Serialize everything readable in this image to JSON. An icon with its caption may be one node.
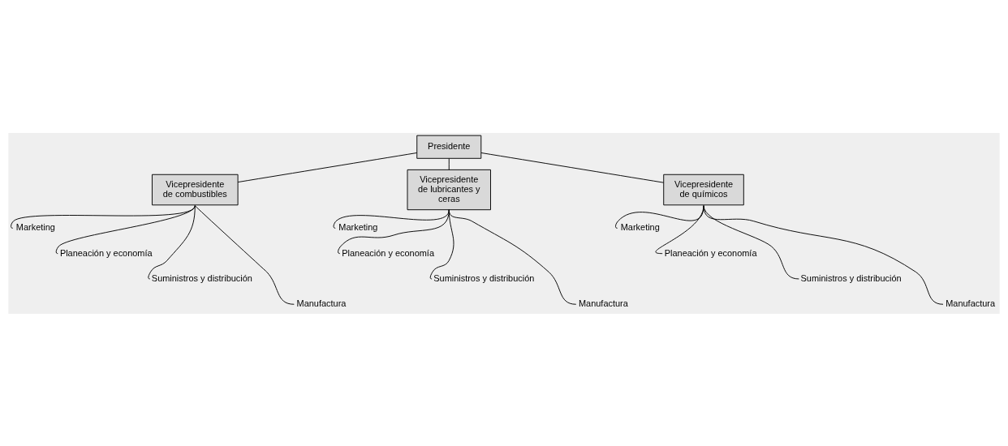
{
  "diagram": {
    "nodes": [
      {
        "text": [
          "Presidente"
        ]
      },
      {
        "text": [
          "Vicepresidente de combustibles"
        ]
      },
      {
        "text": [
          "Vicepresidente de lubricantes y ceras"
        ]
      },
      {
        "text": [
          "Vicepresidente de químicos"
        ]
      },
      {
        "text": [
          "Marketing"
        ]
      },
      {
        "text": [
          "Planeación y economía"
        ]
      },
      {
        "text": [
          "Suministros y distribución"
        ]
      },
      {
        "text": [
          "Manufactura"
        ]
      },
      {
        "text": [
          "Marketing"
        ]
      },
      {
        "text": [
          "Planeación y economía"
        ]
      },
      {
        "text": [
          "Suministros y distribución"
        ]
      },
      {
        "text": [
          "Manufactura"
        ]
      },
      {
        "text": [
          "Marketing"
        ]
      },
      {
        "text": [
          "Planeación y economía"
        ]
      },
      {
        "text": [
          "Suministros y distribución"
        ]
      },
      {
        "text": [
          "Manufactura"
        ]
      }
    ],
    "edges": [
      {
        "from": 0,
        "to": 1,
        "arrow": "none"
      },
      {
        "from": 0,
        "to": 2,
        "arrow": "none"
      },
      {
        "from": 0,
        "to": 3,
        "arrow": "none"
      },
      {
        "from": 1,
        "to": 4,
        "arrow": "none"
      },
      {
        "from": 1,
        "to": 5,
        "arrow": "none"
      },
      {
        "from": 1,
        "to": 6,
        "arrow": "none"
      },
      {
        "from": 1,
        "to": 7,
        "arrow": "none"
      },
      {
        "from": 2,
        "to": 8,
        "arrow": "none"
      },
      {
        "from": 2,
        "to": 9,
        "arrow": "none"
      },
      {
        "from": 2,
        "to": 10,
        "arrow": "none"
      },
      {
        "from": 2,
        "to": 11,
        "arrow": "none"
      },
      {
        "from": 3,
        "to": 12,
        "arrow": "none"
      },
      {
        "from": 3,
        "to": 13,
        "arrow": "none"
      },
      {
        "from": 3,
        "to": 14,
        "arrow": "none"
      },
      {
        "from": 3,
        "to": 15,
        "arrow": "none"
      }
    ]
  }
}
